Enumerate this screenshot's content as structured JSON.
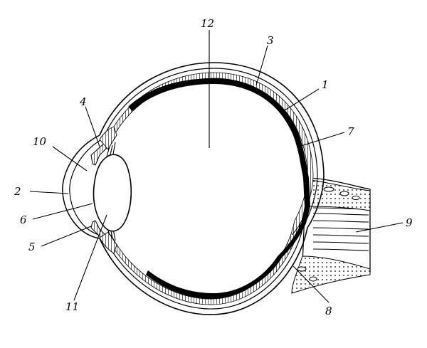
{
  "diagram": {
    "labels": {
      "l1": "1",
      "l2": "2",
      "l3": "3",
      "l4": "4",
      "l5": "5",
      "l6": "6",
      "l7": "7",
      "l8": "8",
      "l9": "9",
      "l10": "10",
      "l11": "11",
      "l12": "12"
    },
    "colors": {
      "ink": "#000000",
      "paper": "#ffffff"
    }
  }
}
